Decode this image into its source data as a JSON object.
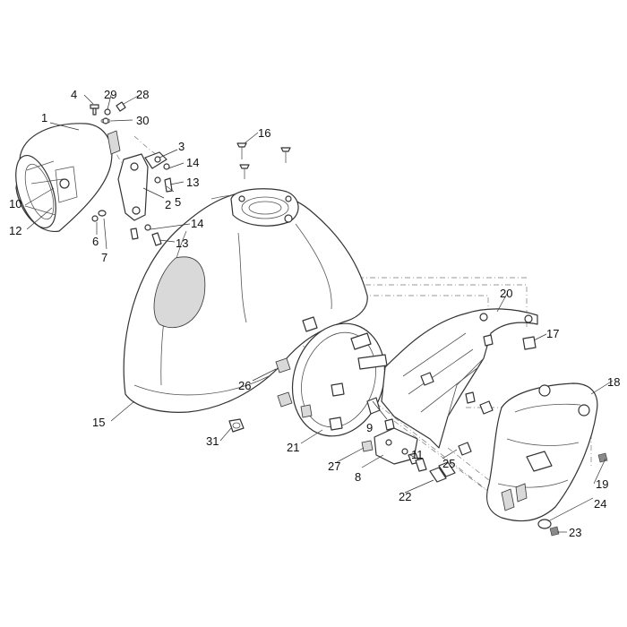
{
  "labels": [
    {
      "id": "l1",
      "text": "1"
    },
    {
      "id": "l2",
      "text": "2"
    },
    {
      "id": "l3",
      "text": "3"
    },
    {
      "id": "l4",
      "text": "4"
    },
    {
      "id": "l5",
      "text": "5"
    },
    {
      "id": "l6",
      "text": "6"
    },
    {
      "id": "l7",
      "text": "7"
    },
    {
      "id": "l8",
      "text": "8"
    },
    {
      "id": "l9",
      "text": "9"
    },
    {
      "id": "l10",
      "text": "10"
    },
    {
      "id": "l11",
      "text": "11"
    },
    {
      "id": "l12",
      "text": "12"
    },
    {
      "id": "l13a",
      "text": "13"
    },
    {
      "id": "l13b",
      "text": "13"
    },
    {
      "id": "l14a",
      "text": "14"
    },
    {
      "id": "l14b",
      "text": "14"
    },
    {
      "id": "l15",
      "text": "15"
    },
    {
      "id": "l16",
      "text": "16"
    },
    {
      "id": "l17",
      "text": "17"
    },
    {
      "id": "l18",
      "text": "18"
    },
    {
      "id": "l19",
      "text": "19"
    },
    {
      "id": "l20",
      "text": "20"
    },
    {
      "id": "l21",
      "text": "21"
    },
    {
      "id": "l22",
      "text": "22"
    },
    {
      "id": "l23",
      "text": "23"
    },
    {
      "id": "l24",
      "text": "24"
    },
    {
      "id": "l25",
      "text": "25"
    },
    {
      "id": "l26",
      "text": "26"
    },
    {
      "id": "l27",
      "text": "27"
    },
    {
      "id": "l28",
      "text": "28"
    },
    {
      "id": "l29",
      "text": "29"
    },
    {
      "id": "l30",
      "text": "30"
    },
    {
      "id": "l31",
      "text": "31"
    }
  ]
}
